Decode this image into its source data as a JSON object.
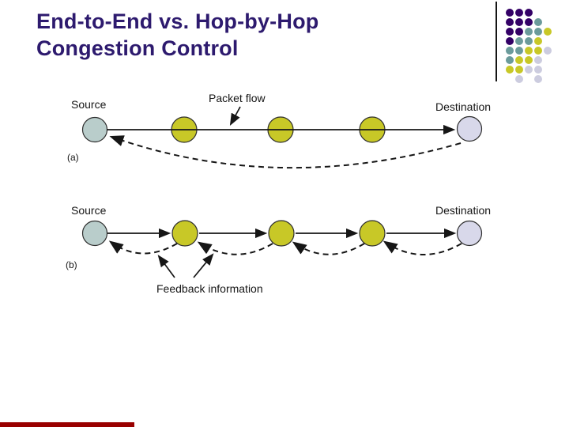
{
  "title": {
    "line1": "End-to-End vs. Hop-by-Hop",
    "line2": "Congestion Control",
    "color": "#2d1a6e"
  },
  "diagrams": {
    "a": {
      "tag": "(a)",
      "source": "Source",
      "destination": "Destination",
      "annotation": "Packet flow"
    },
    "b": {
      "tag": "(b)",
      "source": "Source",
      "destination": "Destination",
      "annotation": "Feedback information"
    }
  },
  "colors": {
    "source_node": "#b9cdcb",
    "router_node": "#c8c827",
    "destination_node": "#d8d8ea",
    "line": "#161616",
    "accent_bar": "#990000"
  },
  "decoration": {
    "dot_palette": {
      "P": "#330066",
      "T": "#6b9b9b",
      "Y": "#c8c827",
      "G": "#ccccdf"
    },
    "dot_grid": [
      [
        "P",
        "P",
        "P",
        "",
        ""
      ],
      [
        "P",
        "P",
        "P",
        "T",
        ""
      ],
      [
        "P",
        "P",
        "T",
        "T",
        "Y"
      ],
      [
        "P",
        "T",
        "T",
        "Y",
        ""
      ],
      [
        "T",
        "T",
        "Y",
        "Y",
        "G"
      ],
      [
        "T",
        "Y",
        "Y",
        "G",
        ""
      ],
      [
        "Y",
        "Y",
        "G",
        "G",
        ""
      ],
      [
        "",
        "G",
        "",
        "G",
        ""
      ]
    ]
  }
}
